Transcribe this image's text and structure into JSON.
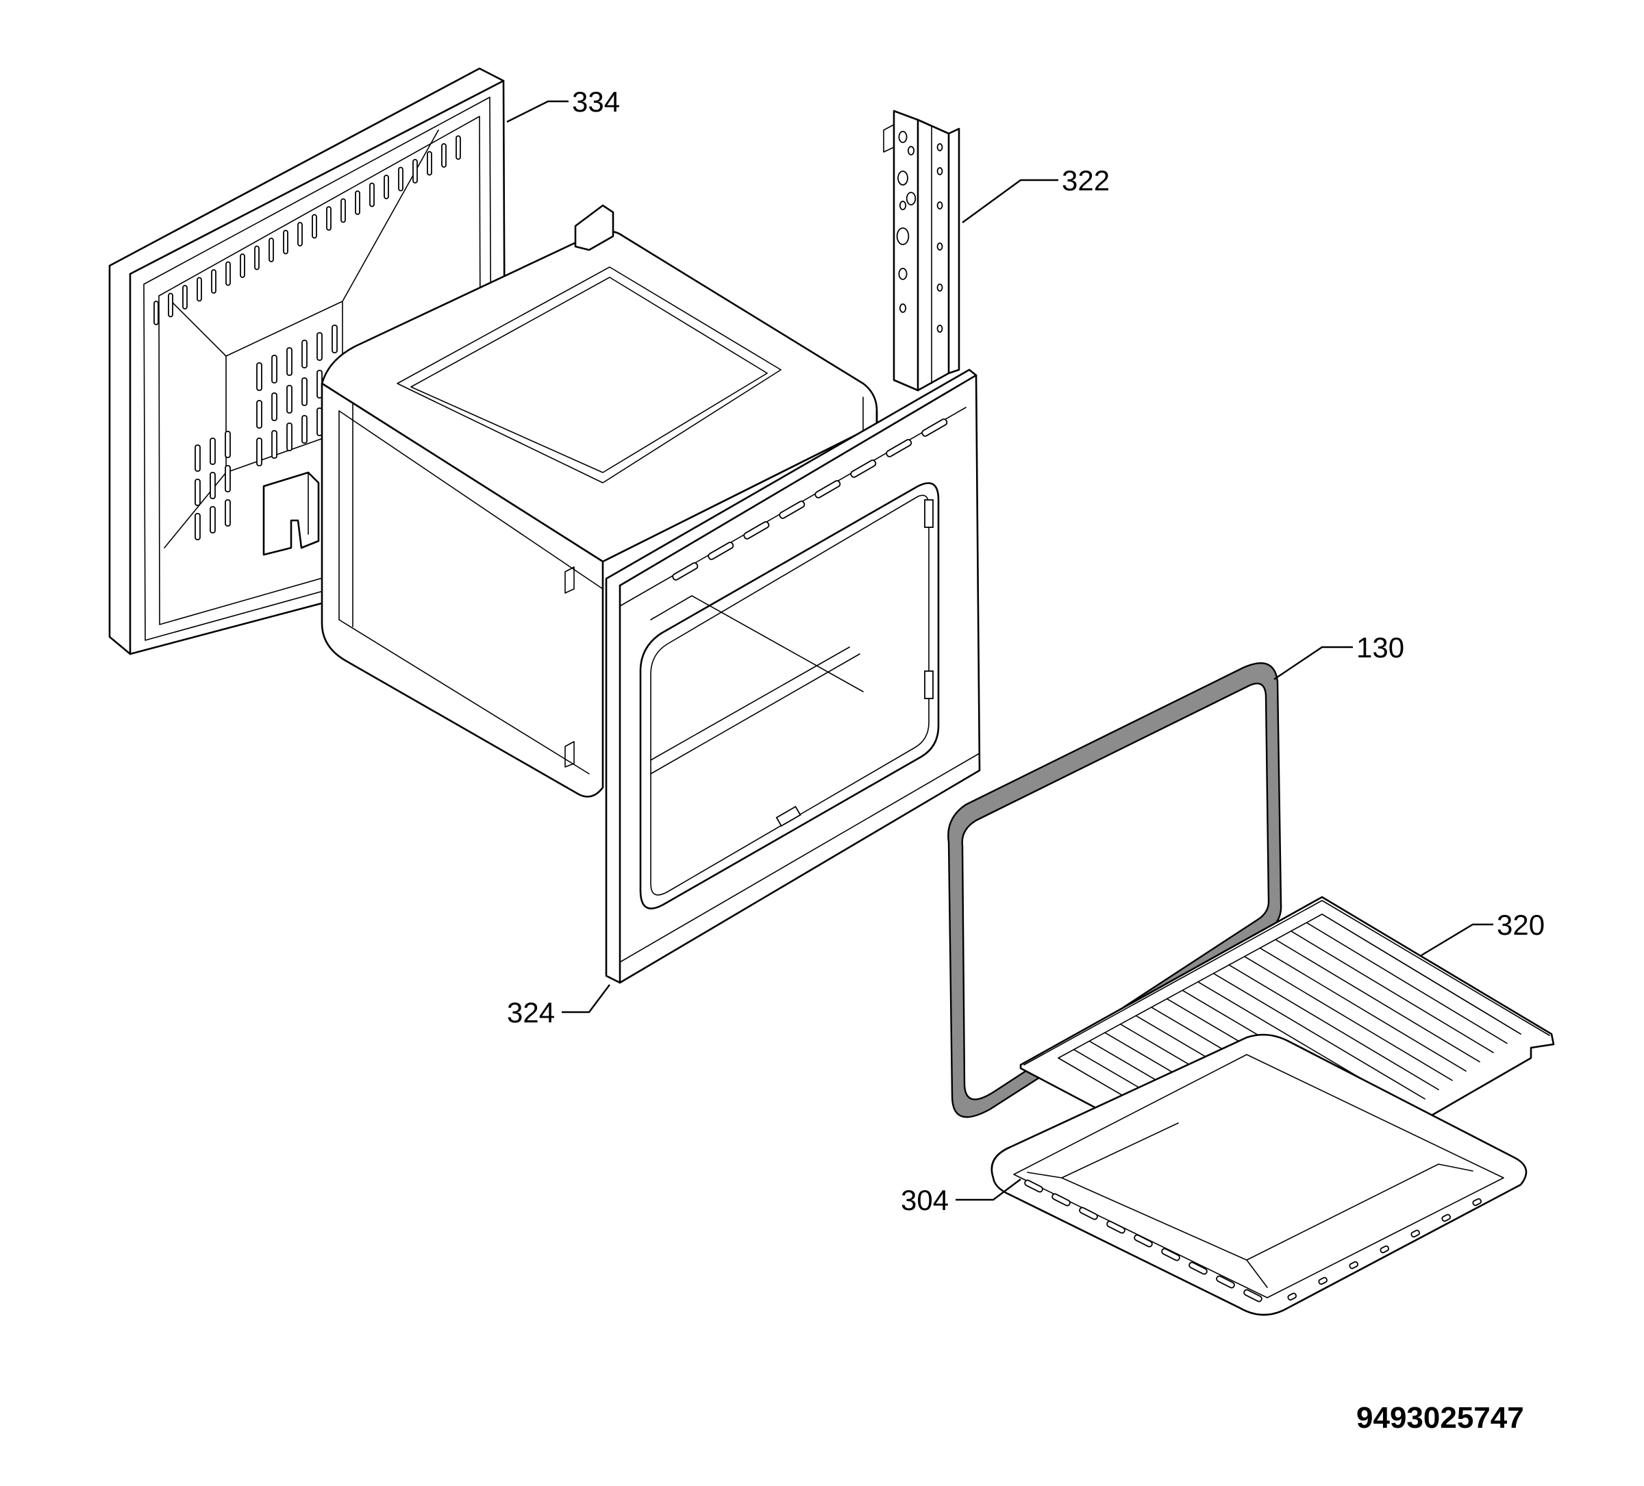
{
  "callouts": {
    "back_panel": "334",
    "side_rail": "322",
    "front_frame": "324",
    "door_gasket": "130",
    "wire_shelf": "320",
    "baking_tray": "304"
  },
  "document_number": "9493025747"
}
